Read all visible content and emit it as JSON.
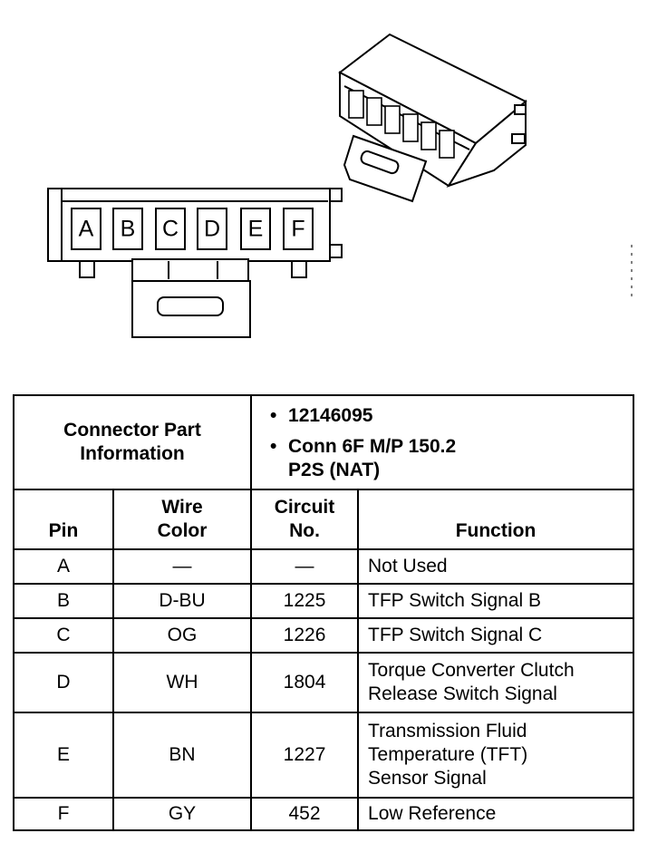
{
  "connector": {
    "pins": [
      "A",
      "B",
      "C",
      "D",
      "E",
      "F"
    ]
  },
  "info": {
    "header_label": "Connector Part Information",
    "part_number": "12146095",
    "connector_line1": "Conn 6F M/P 150.2",
    "connector_line2": "P2S (NAT)"
  },
  "columns": {
    "pin": "Pin",
    "wire_color": "Wire Color",
    "circuit_no": "Circuit No.",
    "function": "Function"
  },
  "rows": [
    {
      "pin": "A",
      "wire_color": "—",
      "circuit": "—",
      "function": "Not Used"
    },
    {
      "pin": "B",
      "wire_color": "D-BU",
      "circuit": "1225",
      "function": "TFP Switch Signal B"
    },
    {
      "pin": "C",
      "wire_color": "OG",
      "circuit": "1226",
      "function": "TFP Switch Signal C"
    },
    {
      "pin": "D",
      "wire_color": "WH",
      "circuit": "1804",
      "function": "Torque Converter Clutch Release Switch Signal"
    },
    {
      "pin": "E",
      "wire_color": "BN",
      "circuit": "1227",
      "function": "Transmission Fluid Temperature (TFT) Sensor Signal"
    },
    {
      "pin": "F",
      "wire_color": "GY",
      "circuit": "452",
      "function": "Low Reference"
    }
  ]
}
